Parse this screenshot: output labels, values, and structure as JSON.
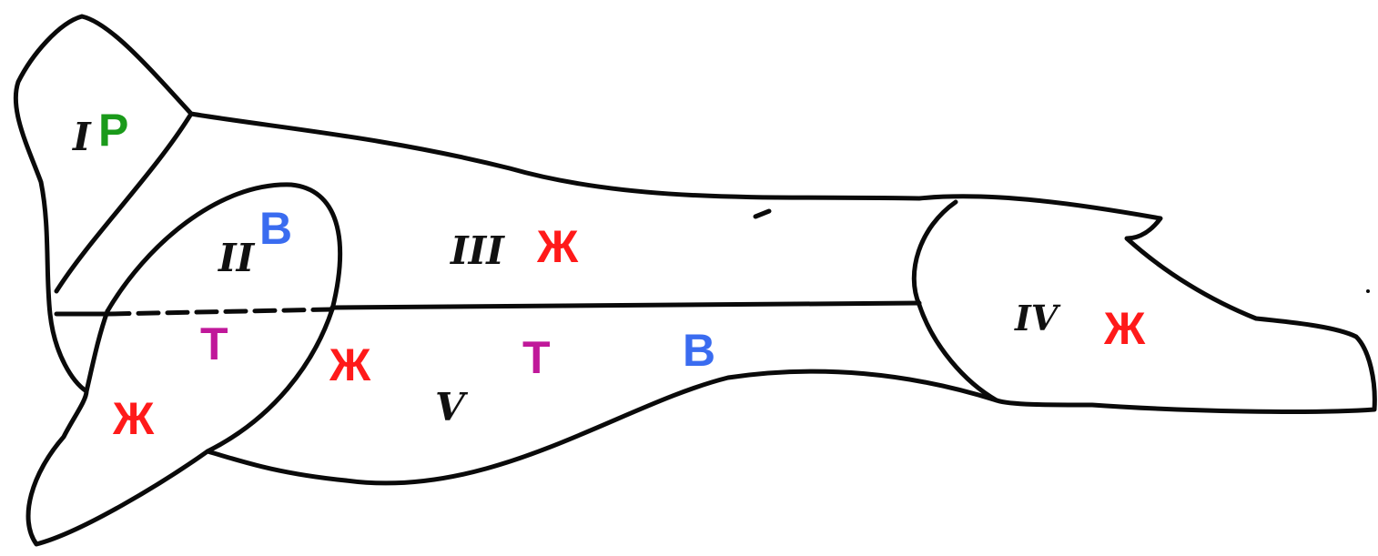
{
  "colors": {
    "outline": "#0a0a0a",
    "roman": "#111111",
    "letter_red": "#ff1a1a",
    "letter_blue": "#3a6cf0",
    "letter_magenta": "#c0189a",
    "letter_green": "#1a9a1a"
  },
  "regions": {
    "r1": "I",
    "r2": "II",
    "r3": "III",
    "r4": "IV",
    "r5": "V"
  },
  "labels": {
    "r1_green": "Р",
    "r2_blue": "В",
    "r3_red": "Ж",
    "r4_red": "Ж",
    "r5_red_left": "Ж",
    "r5_magenta_left": "Т",
    "r5_red_mid": "Ж",
    "r5_magenta_mid": "Т",
    "r5_blue": "В"
  }
}
